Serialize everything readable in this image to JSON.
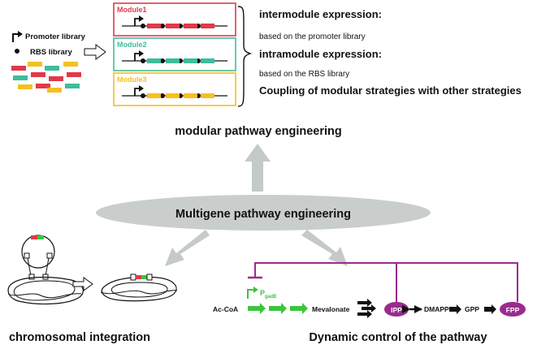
{
  "colors": {
    "red": "#e03a48",
    "teal": "#3dbd9c",
    "yellow": "#f5c020",
    "green": "#3cc43c",
    "purple": "#9a2b8e",
    "arrow_gray": "#c4cac8",
    "ellipse_gray": "#c9cecc"
  },
  "libraries": {
    "promoter_label": "Promoter library",
    "rbs_label": "RBS library"
  },
  "modules": [
    {
      "label": "Module1",
      "color": "#e03a48"
    },
    {
      "label": "Module2",
      "color": "#3dbd9c"
    },
    {
      "label": "Module3",
      "color": "#f5c020"
    }
  ],
  "strategies": {
    "intermodule_title": "intermodule expression:",
    "intermodule_detail": "based on the promoter library",
    "intramodule_title": "intramodule expression:",
    "intramodule_detail": "based on the RBS library",
    "coupling": "Coupling of modular strategies with other strategies"
  },
  "modular_title": "modular pathway engineering",
  "center_label": "Multigene pathway engineering",
  "chromosomal_title": "chromosomal integration",
  "dynamic": {
    "title": "Dynamic control of the pathway",
    "acetyl": "Ac-CoA",
    "promoter": "P",
    "promoter_sub": "gadE",
    "mevalonate": "Mevalonate",
    "ipp": "IPP",
    "dmapp": "DMAPP",
    "gpp": "GPP",
    "fpp": "FPP"
  }
}
